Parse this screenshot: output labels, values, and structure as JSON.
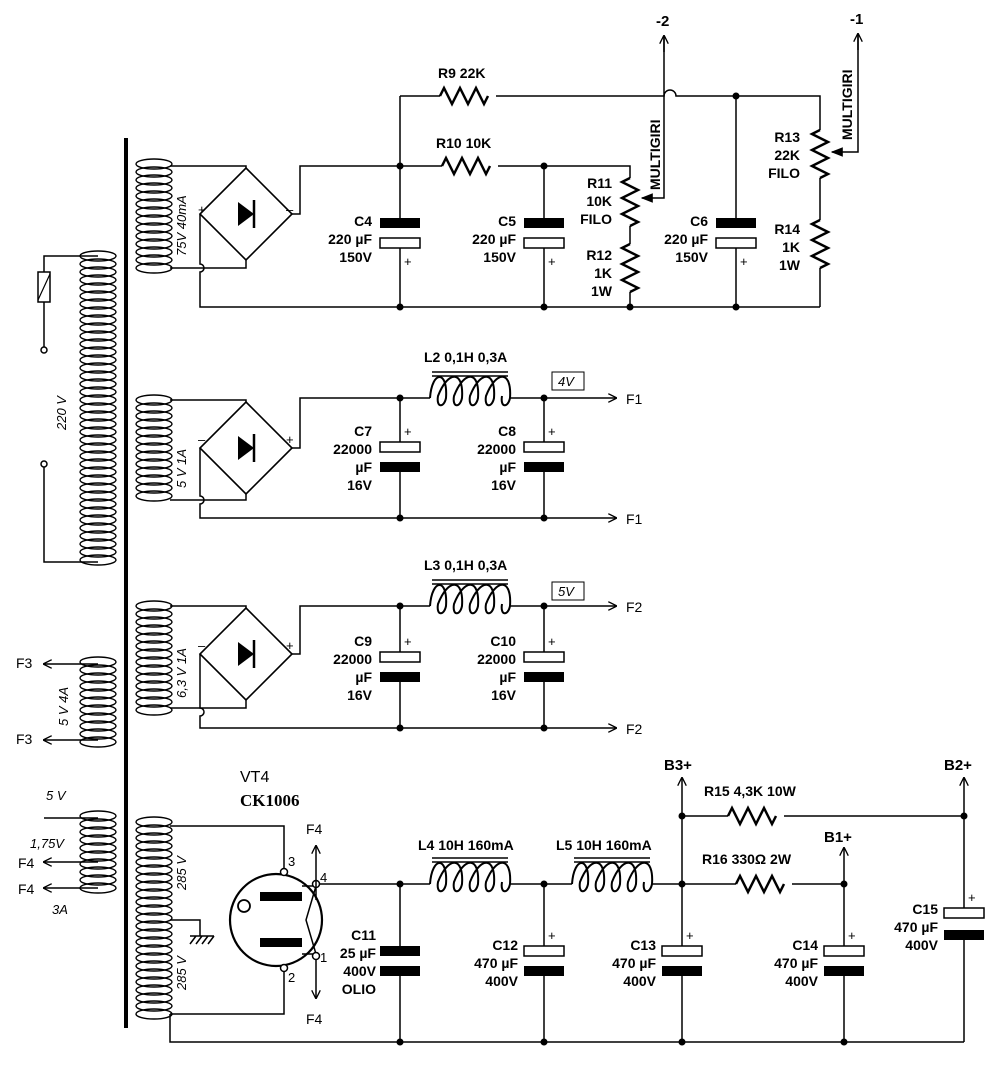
{
  "labels": {
    "r9": "R9  22K",
    "r10": "R10  10K",
    "r11": [
      "R11",
      "10K",
      "FILO"
    ],
    "r12": [
      "R12",
      "1K",
      "1W"
    ],
    "r13": [
      "R13",
      "22K",
      "FILO"
    ],
    "r14": [
      "R14",
      "1K",
      "1W"
    ],
    "multigiri_1": "MULTIGIRI",
    "multigiri_2": "MULTIGIRI",
    "out_minus2": "-2",
    "out_minus1": "-1",
    "c4": [
      "C4",
      "220 µF",
      "150V"
    ],
    "c5": [
      "C5",
      "220 µF",
      "150V"
    ],
    "c6": [
      "C6",
      "220 µF",
      "150V"
    ],
    "l2": "L2 0,1H 0,3A",
    "l3": "L3 0,1H 0,3A",
    "box_4v": "4V",
    "box_5v": "5V",
    "c7": [
      "C7",
      "22000",
      "µF",
      "16V"
    ],
    "c8": [
      "C8",
      "22000",
      "µF",
      "16V"
    ],
    "c9": [
      "C9",
      "22000",
      "µF",
      "16V"
    ],
    "c10": [
      "C10",
      "22000",
      "µF",
      "16V"
    ],
    "f1_top": "F1",
    "f1_bot": "F1",
    "f2_top": "F2",
    "f2_bot": "F2",
    "sec_75v": "75V 40mA",
    "sec_5v1a": "5 V 1A",
    "sec_63v": "6,3 V 1A",
    "primary": "220 V",
    "fil_5v4a": "5 V 4A",
    "f3_top": "F3",
    "f3_bot": "F3",
    "fil_5v": "5 V",
    "fil_175": "1,75V",
    "f4_left1": "F4",
    "f4_left2": "F4",
    "fil_3a": "3A",
    "hv_285a": "285 V",
    "hv_285b": "285 V",
    "vt4": "VT4",
    "ck1006": "CK1006",
    "f4_up": "F4",
    "f4_down": "F4",
    "pin_3": "3",
    "pin_4": "4",
    "pin_1": "1",
    "pin_2": "2",
    "c11": [
      "C11",
      "25 µF",
      "400V",
      "OLIO"
    ],
    "l4": "L4 10H 160mA",
    "l5": "L5 10H 160mA",
    "c12": [
      "C12",
      "470 µF",
      "400V"
    ],
    "c13": [
      "C13",
      "470 µF",
      "400V"
    ],
    "c14": [
      "C14",
      "470 µF",
      "400V"
    ],
    "c15": [
      "C15",
      "470 µF",
      "400V"
    ],
    "r15": "R15 4,3K 10W",
    "r16": "R16 330Ω 2W",
    "b3": "B3+",
    "b2": "B2+",
    "b1": "B1+",
    "plus": "+",
    "minus": "–"
  }
}
